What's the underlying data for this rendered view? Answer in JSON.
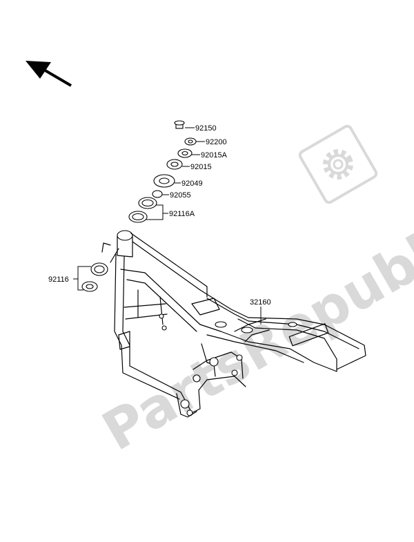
{
  "watermark": {
    "text": "PartsRepublik",
    "gear_icon": "gear-icon",
    "color": "#d9d9d9"
  },
  "orientation_arrow": {
    "icon": "front-arrow-icon"
  },
  "parts": [
    {
      "number": "92150"
    },
    {
      "number": "92200"
    },
    {
      "number": "92015A"
    },
    {
      "number": "92015"
    },
    {
      "number": "92049"
    },
    {
      "number": "92055"
    },
    {
      "number": "92116A"
    },
    {
      "number": "92116"
    },
    {
      "number": "32160"
    }
  ]
}
